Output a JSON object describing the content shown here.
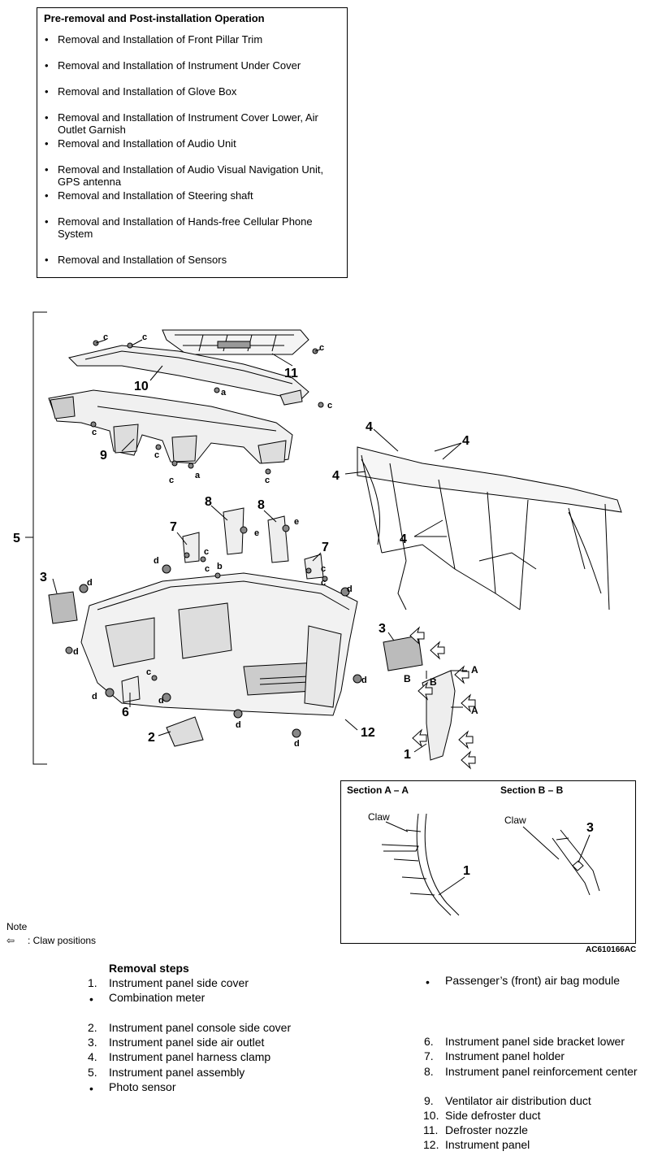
{
  "pre_removal": {
    "title": "Pre-removal and Post-installation Operation",
    "items": [
      "Removal and Installation of Front Pillar Trim",
      "Removal and Installation of Instrument Under Cover",
      "Removal and Installation of Glove Box",
      "Removal and Installation of Instrument Cover Lower, Air Outlet Garnish",
      "Removal and Installation of Audio Unit",
      "Removal and Installation of Audio Visual Navigation Unit, GPS antenna",
      "Removal and Installation of Steering shaft",
      "Removal and Installation of Hands-free Cellular Phone System",
      "Removal and Installation of Sensors"
    ]
  },
  "diagram": {
    "part_numbers": [
      "1",
      "2",
      "3",
      "3",
      "4",
      "4",
      "4",
      "4",
      "5",
      "6",
      "7",
      "7",
      "8",
      "8",
      "9",
      "10",
      "11",
      "12"
    ],
    "fastener_letters": [
      "a",
      "b",
      "c",
      "d",
      "e"
    ],
    "section_letters": [
      "A",
      "B"
    ]
  },
  "sections": {
    "a_title": "Section A – A",
    "b_title": "Section B – B",
    "claw_label": "Claw",
    "a_part": "1",
    "b_part": "3"
  },
  "note": {
    "label": "Note",
    "claw_positions": ": Claw positions"
  },
  "figure_code": "AC610166AC",
  "removal": {
    "title": "Removal steps",
    "left": [
      {
        "num": "1.",
        "text": "Instrument panel side cover"
      },
      {
        "num": "•",
        "text": "Combination meter"
      },
      {
        "num": "2.",
        "text": "Instrument panel console side cover"
      },
      {
        "num": "3.",
        "text": "Instrument panel side air outlet"
      },
      {
        "num": "4.",
        "text": "Instrument panel harness clamp"
      },
      {
        "num": "5.",
        "text": "Instrument panel assembly"
      },
      {
        "num": "•",
        "text": "Photo sensor"
      }
    ],
    "right": [
      {
        "num": "•",
        "text": "Passenger’s (front) air bag module"
      },
      {
        "num": "6.",
        "text": "Instrument panel side bracket lower"
      },
      {
        "num": "7.",
        "text": "Instrument panel holder"
      },
      {
        "num": "8.",
        "text": "Instrument panel reinforcement center"
      },
      {
        "num": "9.",
        "text": "Ventilator air distribution duct"
      },
      {
        "num": "10.",
        "text": "Side defroster duct"
      },
      {
        "num": "11.",
        "text": "Defroster nozzle"
      },
      {
        "num": "12.",
        "text": "Instrument panel"
      }
    ]
  }
}
